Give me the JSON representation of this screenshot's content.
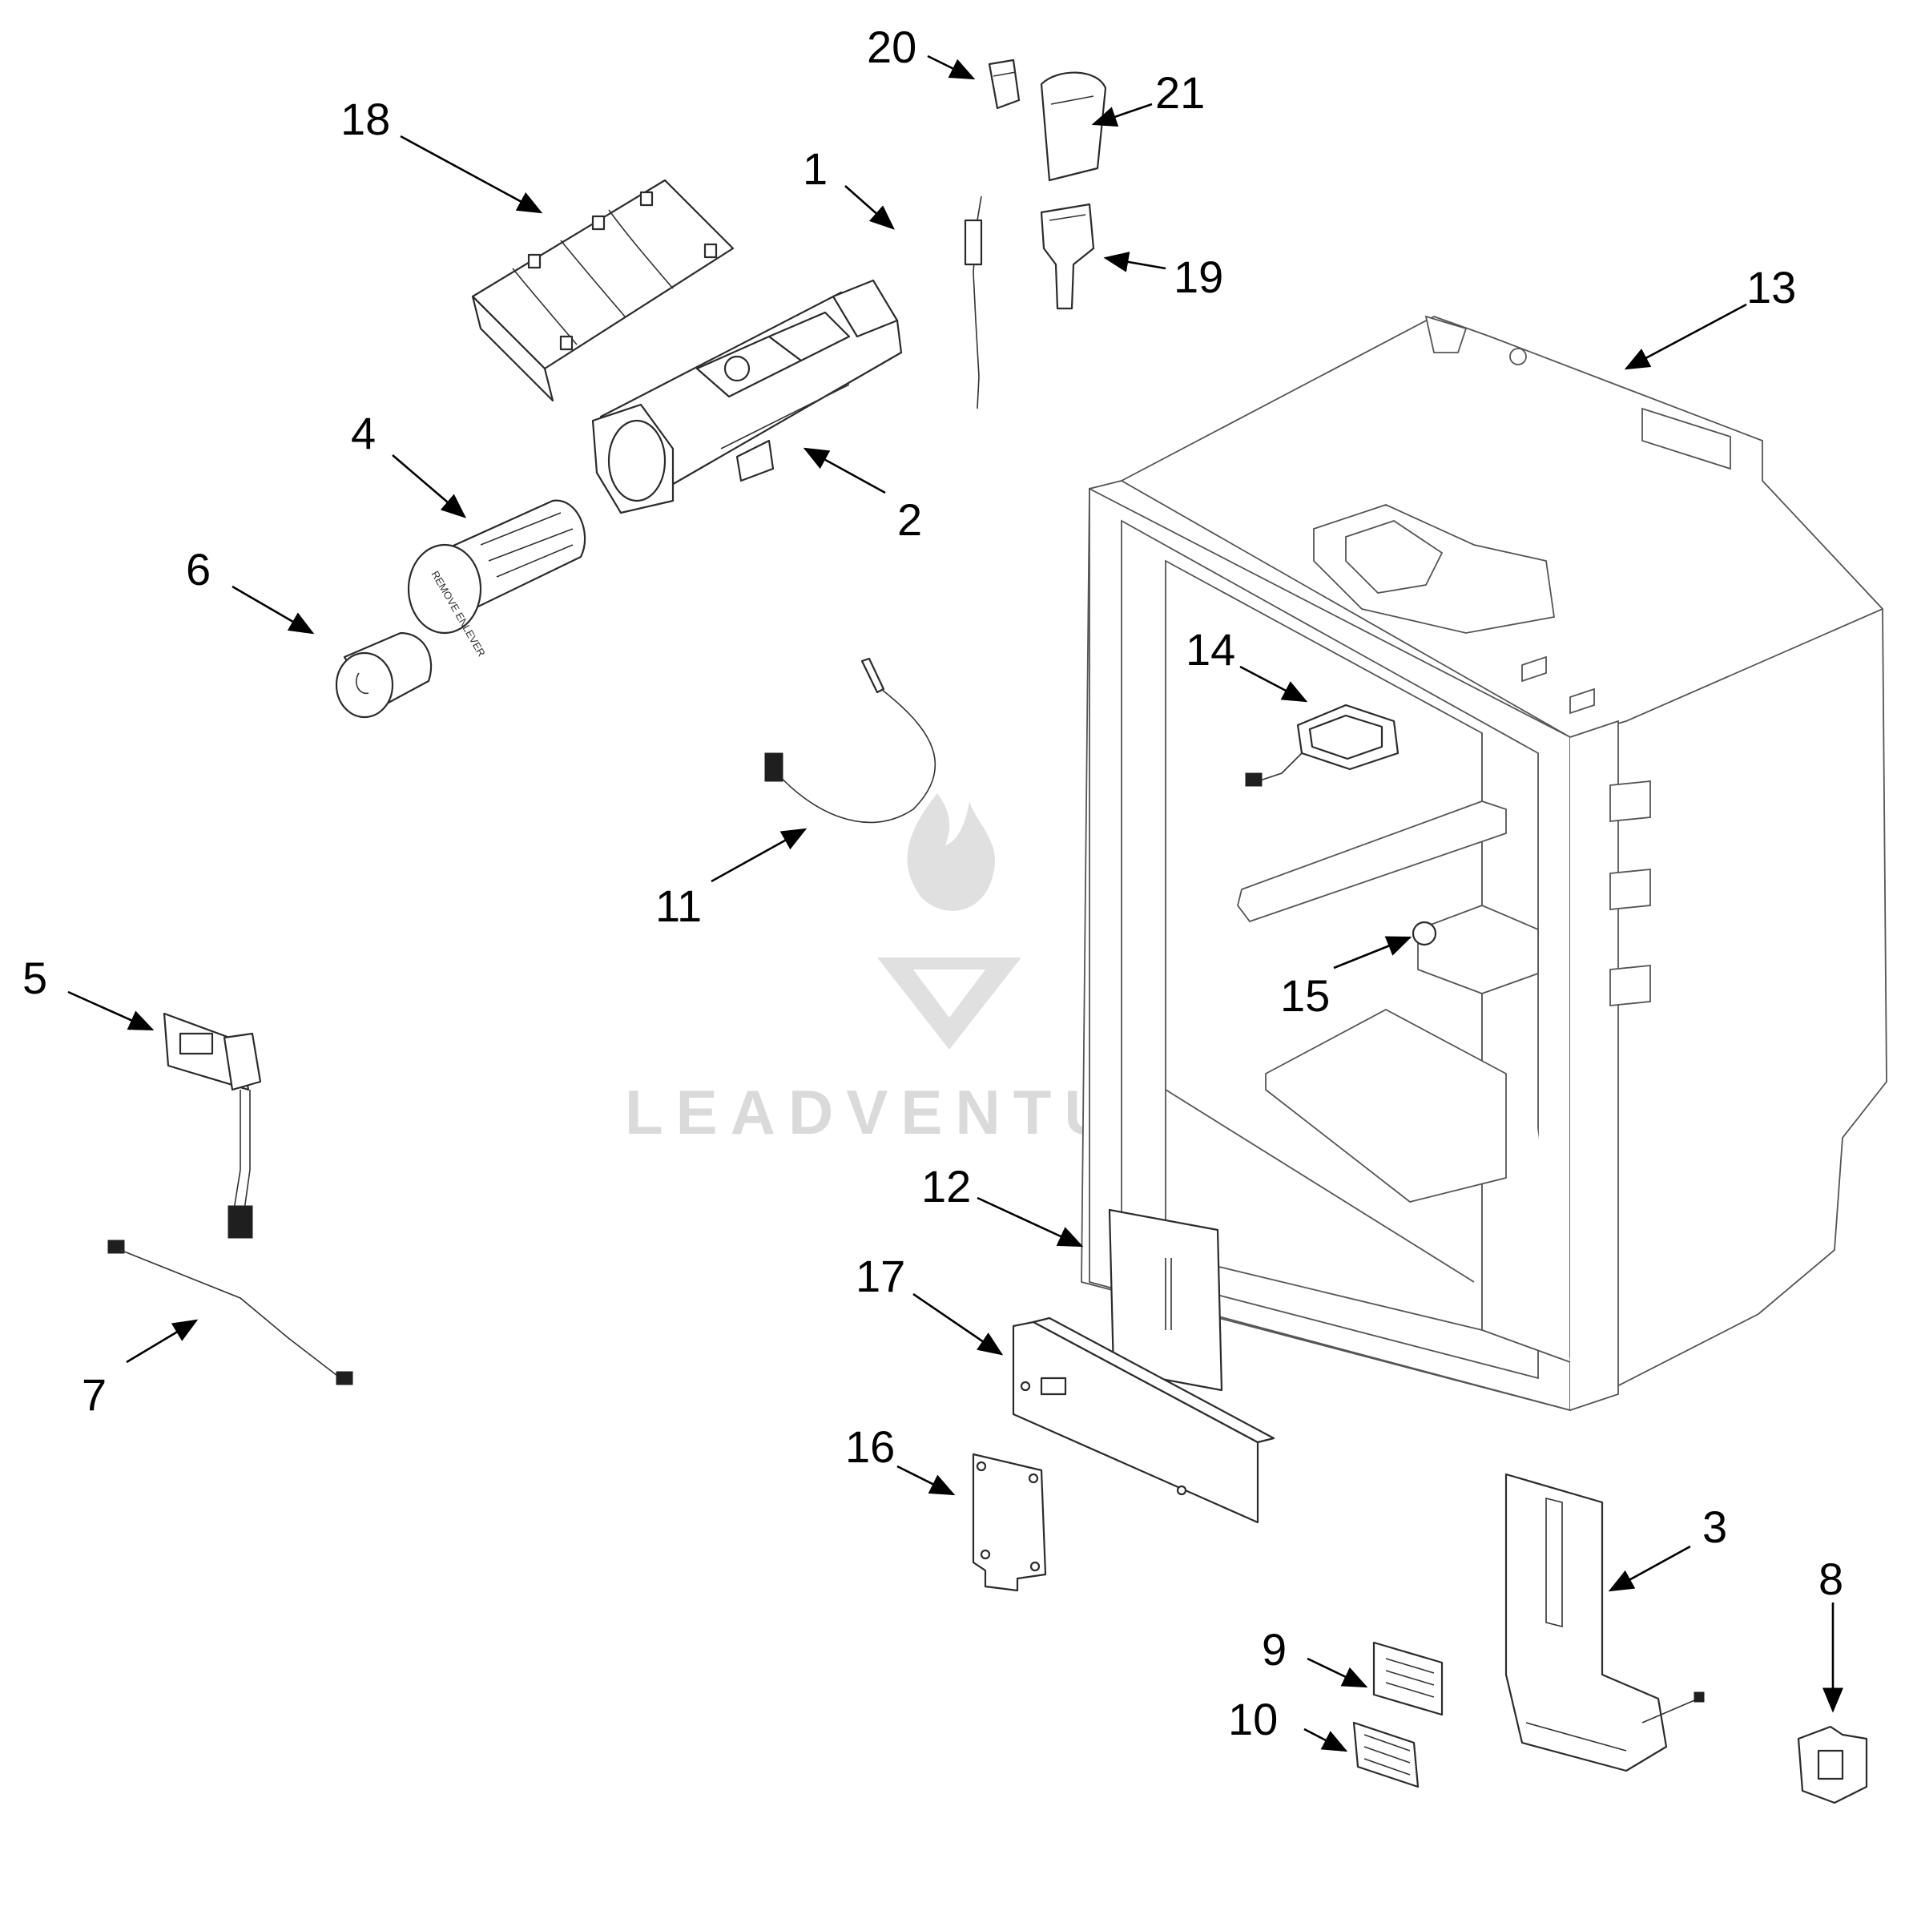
{
  "watermark": {
    "text": "LEADVENTURE",
    "color": "#d6d6d6"
  },
  "part_labels": {
    "filter": "REMOVE ENLEVER"
  },
  "callouts": [
    {
      "id": "1",
      "label": "1"
    },
    {
      "id": "2",
      "label": "2"
    },
    {
      "id": "3",
      "label": "3"
    },
    {
      "id": "4",
      "label": "4"
    },
    {
      "id": "5",
      "label": "5"
    },
    {
      "id": "6",
      "label": "6"
    },
    {
      "id": "7",
      "label": "7"
    },
    {
      "id": "8",
      "label": "8"
    },
    {
      "id": "9",
      "label": "9"
    },
    {
      "id": "10",
      "label": "10"
    },
    {
      "id": "11",
      "label": "11"
    },
    {
      "id": "12",
      "label": "12"
    },
    {
      "id": "13",
      "label": "13"
    },
    {
      "id": "14",
      "label": "14"
    },
    {
      "id": "15",
      "label": "15"
    },
    {
      "id": "16",
      "label": "16"
    },
    {
      "id": "17",
      "label": "17"
    },
    {
      "id": "18",
      "label": "18"
    },
    {
      "id": "19",
      "label": "19"
    },
    {
      "id": "20",
      "label": "20"
    },
    {
      "id": "21",
      "label": "21"
    }
  ]
}
